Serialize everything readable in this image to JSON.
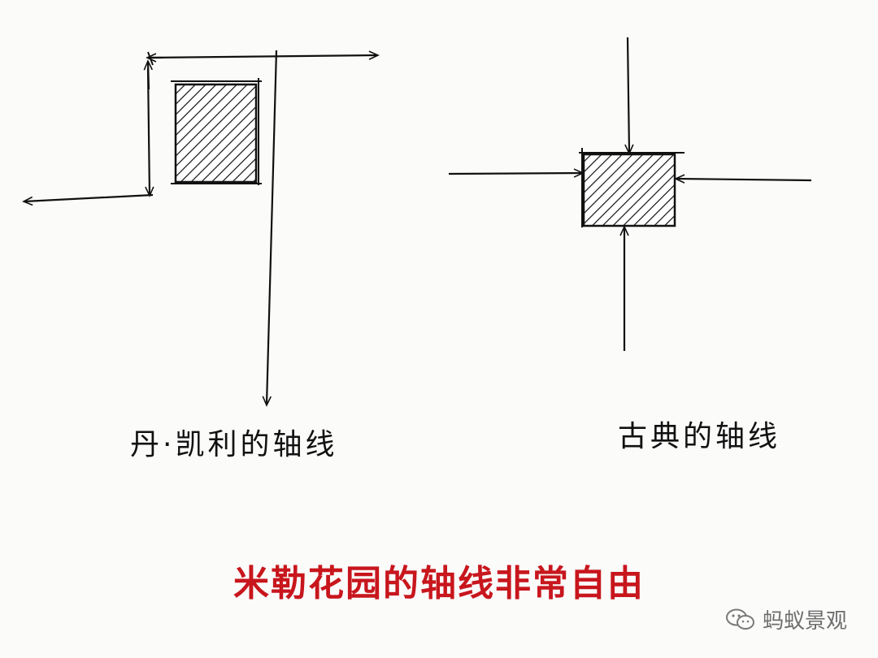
{
  "sketch_left": {
    "label": "丹·凯利的轴线"
  },
  "sketch_right": {
    "label": "古典的轴线"
  },
  "caption": "米勒花园的轴线非常自由",
  "watermark": {
    "icon": "wechat-icon",
    "text": "蚂蚁景观"
  },
  "colors": {
    "ink": "#111111",
    "caption": "#c8161d",
    "watermark": "#6e6e6e"
  }
}
